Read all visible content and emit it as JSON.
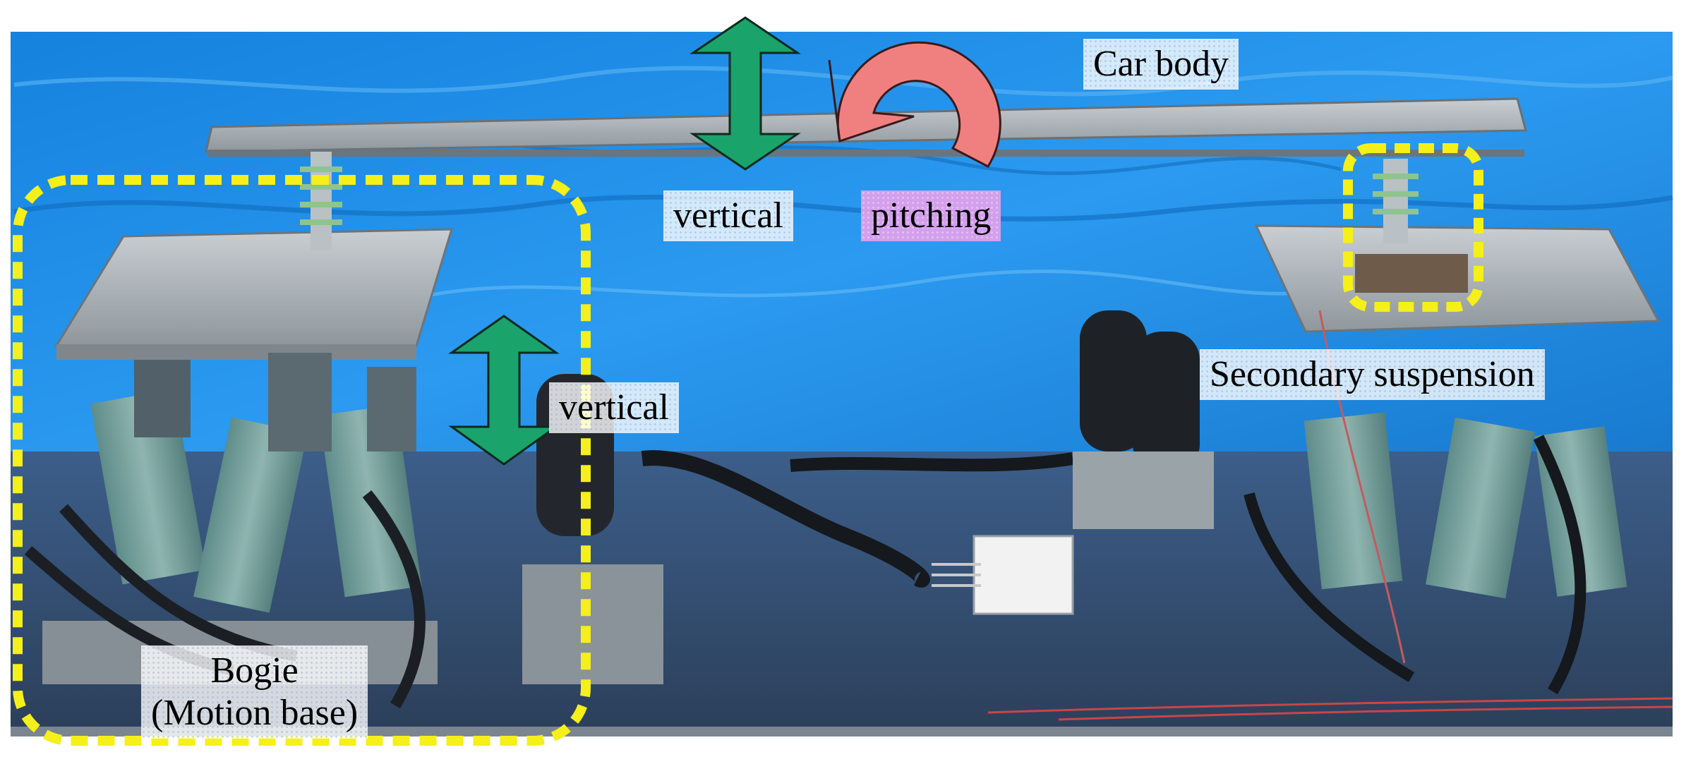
{
  "labels": {
    "car_body": "Car body",
    "vertical_top": "vertical",
    "pitching": "pitching",
    "vertical_side": "vertical",
    "secondary_suspension": "Secondary suspension",
    "bogie_line1": "Bogie",
    "bogie_line2": "(Motion base)"
  },
  "colors": {
    "backdrop": "#1f8ee6",
    "highlight_box": "#f5ef1a",
    "vertical_arrow": "#1aa36a",
    "pitching_arrow": "#f08080",
    "pitching_label_bg": "#eca0ec",
    "steel_plate": "#a6adb2"
  },
  "icons": [
    "vertical-double-arrow-icon",
    "pitching-rotation-arrow-icon"
  ]
}
